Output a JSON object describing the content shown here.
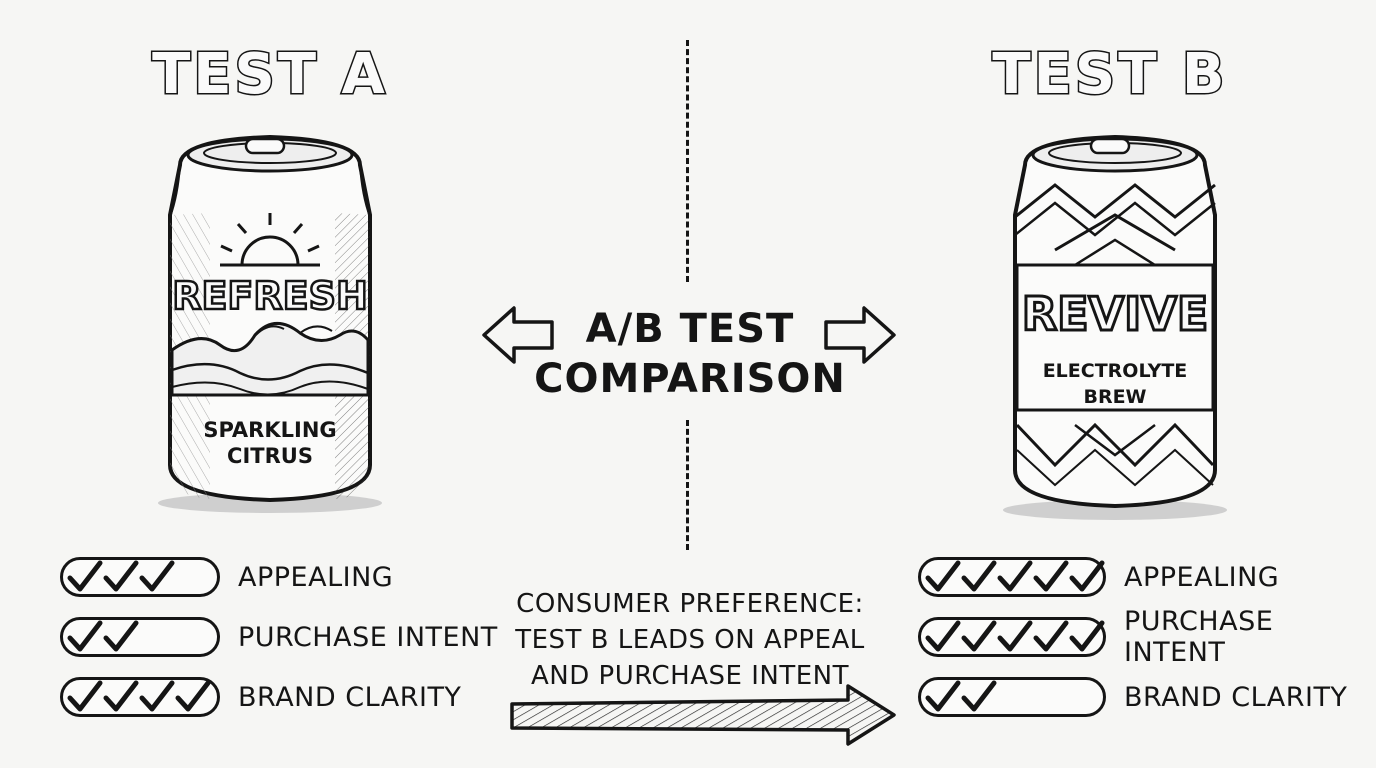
{
  "test_a": {
    "title": "TEST A",
    "brand": "REFRESH",
    "subtitle_line1": "SPARKLING",
    "subtitle_line2": "CITRUS",
    "metrics": [
      {
        "label": "APPEALING",
        "checks": 3
      },
      {
        "label": "PURCHASE INTENT",
        "checks": 2
      },
      {
        "label": "BRAND CLARITY",
        "checks": 4
      }
    ]
  },
  "test_b": {
    "title": "TEST B",
    "brand": "REVIVE",
    "subtitle_line1": "ELECTROLYTE",
    "subtitle_line2": "BREW",
    "metrics": [
      {
        "label": "APPEALING",
        "checks": 5
      },
      {
        "label": "PURCHASE INTENT",
        "checks": 5
      },
      {
        "label": "BRAND CLARITY",
        "checks": 2
      }
    ]
  },
  "center": {
    "line1": "A/B TEST",
    "line2": "COMPARISON"
  },
  "summary": {
    "line1": "CONSUMER PREFERENCE:",
    "line2": "TEST B LEADS ON APPEAL",
    "line3": "AND PURCHASE INTENT"
  }
}
